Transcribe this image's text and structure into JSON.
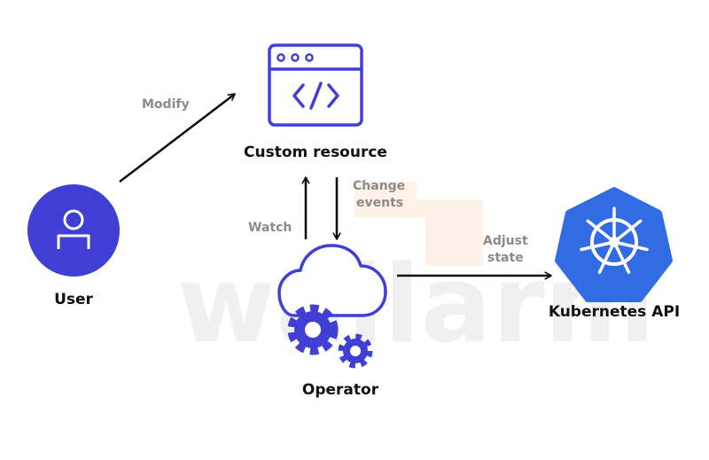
{
  "watermark": "wallarm",
  "colors": {
    "primary": "#3f3fd6",
    "k8s_blue": "#326ce5",
    "arrow": "#111111",
    "label_gray": "#8a8a8a",
    "watermark": "#f0f0f0",
    "watermark_accent": "#fdf1e6"
  },
  "nodes": {
    "user": {
      "label": "User",
      "icon": "user-icon"
    },
    "custom_resource": {
      "label": "Custom resource",
      "icon": "code-window-icon"
    },
    "operator": {
      "label": "Operator",
      "icon": "cloud-gears-icon"
    },
    "kubernetes_api": {
      "label": "Kubernetes API",
      "icon": "kubernetes-helm-icon"
    }
  },
  "edges": {
    "modify": {
      "from": "user",
      "to": "custom_resource",
      "label": "Modify"
    },
    "watch": {
      "from": "operator",
      "to": "custom_resource",
      "label": "Watch"
    },
    "change_events": {
      "from": "custom_resource",
      "to": "operator",
      "label_line1": "Change",
      "label_line2": "events"
    },
    "adjust_state": {
      "from": "operator",
      "to": "kubernetes_api",
      "label_line1": "Adjust",
      "label_line2": "state"
    }
  }
}
